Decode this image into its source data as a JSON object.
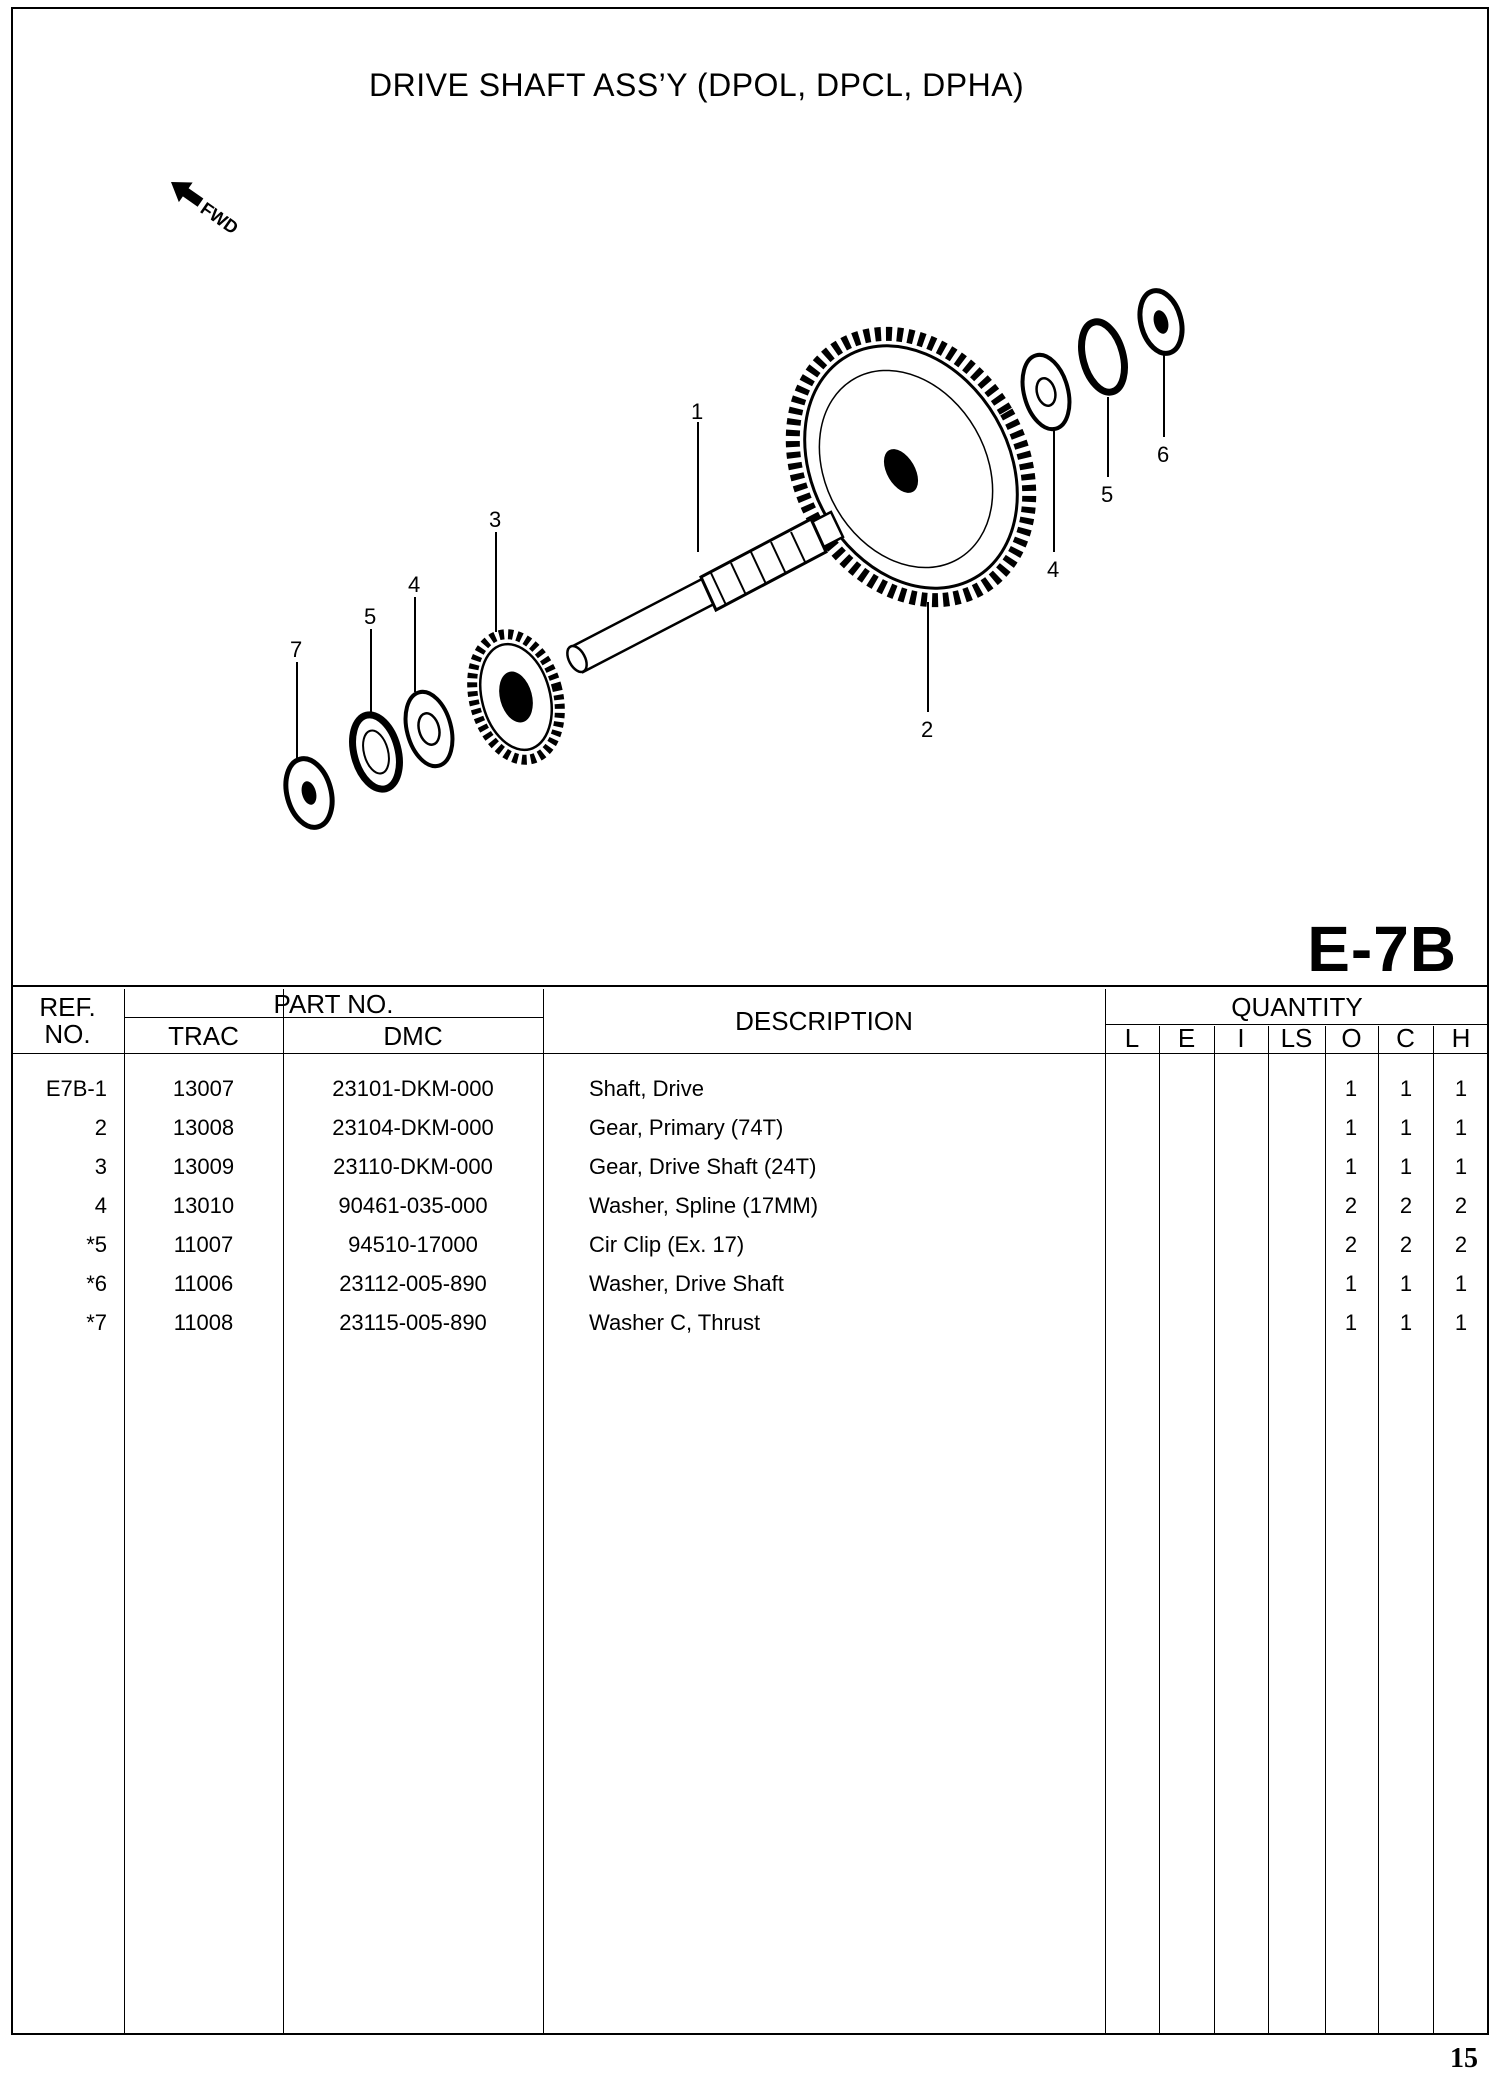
{
  "diagram": {
    "title": "DRIVE SHAFT ASS’Y  (DPOL, DPCL, DPHA)",
    "fwd_label": "FWD",
    "figure_id": "E-7B",
    "callouts": [
      "1",
      "2",
      "3",
      "4",
      "5",
      "6",
      "4",
      "5",
      "7"
    ]
  },
  "table": {
    "headers": {
      "ref": "REF.",
      "no": "NO.",
      "part_no": "PART NO.",
      "trac": "TRAC",
      "dmc": "DMC",
      "description": "DESCRIPTION",
      "quantity": "QUANTITY",
      "qty_cols": [
        "L",
        "E",
        "I",
        "LS",
        "O",
        "C",
        "H"
      ]
    },
    "rows": [
      {
        "ref": "E7B-1",
        "trac": "13007",
        "dmc": "23101-DKM-000",
        "desc": "Shaft, Drive",
        "o": "1",
        "c": "1",
        "h": "1"
      },
      {
        "ref": "2",
        "trac": "13008",
        "dmc": "23104-DKM-000",
        "desc": "Gear, Primary (74T)",
        "o": "1",
        "c": "1",
        "h": "1"
      },
      {
        "ref": "3",
        "trac": "13009",
        "dmc": "23110-DKM-000",
        "desc": "Gear, Drive Shaft (24T)",
        "o": "1",
        "c": "1",
        "h": "1"
      },
      {
        "ref": "4",
        "trac": "13010",
        "dmc": "90461-035-000",
        "desc": "Washer, Spline (17MM)",
        "o": "2",
        "c": "2",
        "h": "2"
      },
      {
        "ref": "*5",
        "trac": "11007",
        "dmc": "94510-17000",
        "desc": "Cir Clip (Ex. 17)",
        "o": "2",
        "c": "2",
        "h": "2"
      },
      {
        "ref": "*6",
        "trac": "11006",
        "dmc": "23112-005-890",
        "desc": "Washer, Drive Shaft",
        "o": "1",
        "c": "1",
        "h": "1"
      },
      {
        "ref": "*7",
        "trac": "11008",
        "dmc": "23115-005-890",
        "desc": "Washer C, Thrust",
        "o": "1",
        "c": "1",
        "h": "1"
      }
    ]
  },
  "page_number": "15"
}
